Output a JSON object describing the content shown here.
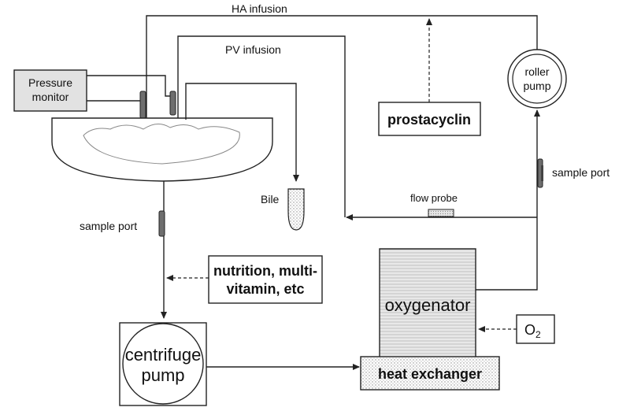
{
  "labels": {
    "ha_infusion": "HA infusion",
    "pv_infusion": "PV infusion",
    "pressure_monitor_line1": "Pressure",
    "pressure_monitor_line2": "monitor",
    "prostacyclin": "prostacyclin",
    "roller_pump_line1": "roller",
    "roller_pump_line2": "pump",
    "sample_port_right": "sample port",
    "sample_port_left": "sample port",
    "flow_probe": "flow probe",
    "bile": "Bile",
    "nutrition_line1": "nutrition, multi-",
    "nutrition_line2": "vitamin, etc",
    "oxygenator": "oxygenator",
    "o2_main": "O",
    "o2_sub": "2",
    "heat_exchanger": "heat exchanger",
    "centrifuge_line1": "centrifuge",
    "centrifuge_line2": "pump"
  },
  "colors": {
    "line": "#222222",
    "pressure_monitor_fill": "#e2e2e2",
    "port_fill": "#6e6e6e"
  }
}
